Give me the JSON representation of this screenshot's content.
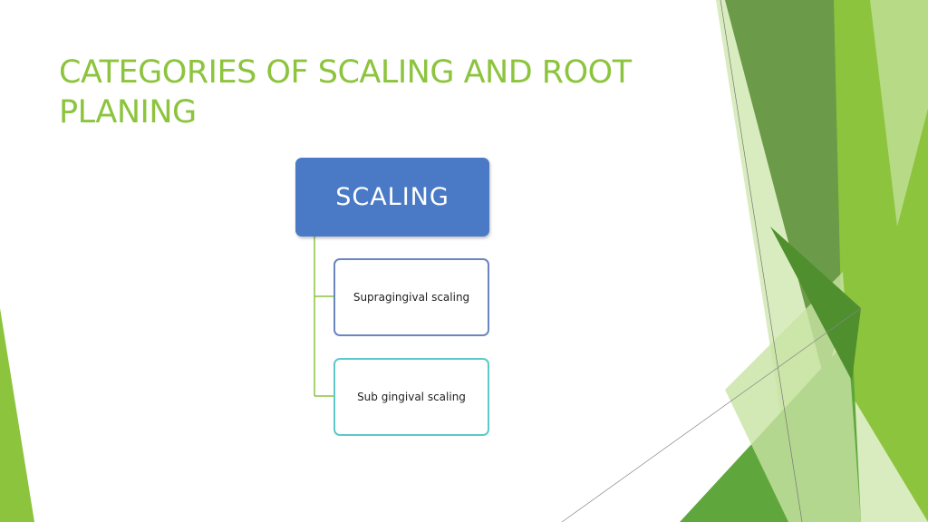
{
  "slide": {
    "title_line1": "CATEGORIES OF SCALING AND ROOT",
    "title_line2": "PLANING"
  },
  "diagram": {
    "root": {
      "label": "SCALING"
    },
    "children": [
      {
        "label": "Supragingival scaling"
      },
      {
        "label": "Sub gingival scaling"
      }
    ]
  },
  "colors": {
    "title": "#8cc43d",
    "root_fill": "#4a7ac6",
    "child1_border": "#6a86bf",
    "child2_border": "#5fc8c8",
    "connector": "#8cc43d",
    "accent_green": "#8cc43d",
    "dark_green": "#5a9a3a"
  }
}
